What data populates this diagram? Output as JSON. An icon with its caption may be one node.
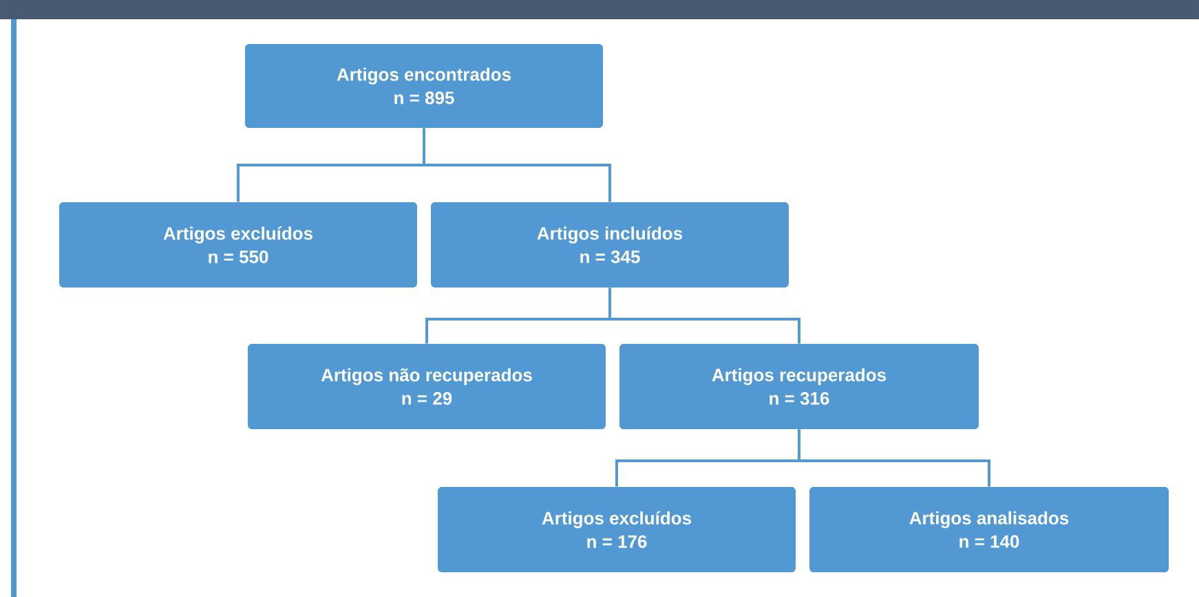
{
  "diagram": {
    "nodes": [
      {
        "text": [
          "Artigos encontrados",
          "n = 895"
        ]
      },
      {
        "text": [
          "Artigos excluídos",
          "n = 550"
        ]
      },
      {
        "text": [
          "Artigos incluídos",
          "n = 345"
        ]
      },
      {
        "text": [
          "Artigos não recuperados",
          "n = 29"
        ]
      },
      {
        "text": [
          "Artigos recuperados",
          "n = 316"
        ]
      },
      {
        "text": [
          "Artigos excluídos",
          "n = 176"
        ]
      },
      {
        "text": [
          "Artigos analisados",
          "n = 140"
        ]
      }
    ],
    "edges": [
      {
        "from": 0,
        "to": 1,
        "arrow": "none"
      },
      {
        "from": 0,
        "to": 2,
        "arrow": "none"
      },
      {
        "from": 2,
        "to": 3,
        "arrow": "none"
      },
      {
        "from": 2,
        "to": 4,
        "arrow": "none"
      },
      {
        "from": 4,
        "to": 5,
        "arrow": "none"
      },
      {
        "from": 4,
        "to": 6,
        "arrow": "none"
      }
    ]
  }
}
